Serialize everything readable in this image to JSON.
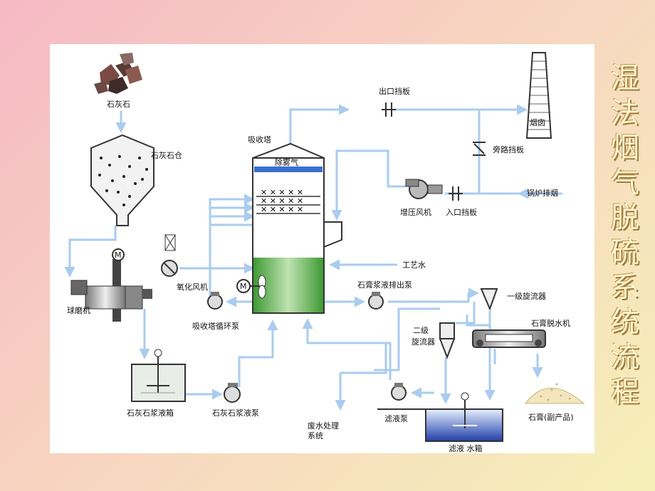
{
  "side_title": [
    "湿",
    "法",
    "烟",
    "气",
    "脱",
    "硫",
    "系",
    "统",
    "流",
    "程"
  ],
  "labels": {
    "limestone": "石灰石",
    "limestone_silo": "石灰石仓",
    "absorber": "吸收塔",
    "demister": "除雾气",
    "outlet_damper": "出口挡板",
    "chimney": "烟囱",
    "bypass_damper": "旁路挡板",
    "boiler_exhaust": "锅炉排烟",
    "booster_fan": "增压风机",
    "inlet_damper": "入口挡板",
    "ball_mill": "球磨机",
    "oxidation_fan": "氧化风机",
    "circ_pump": "吸收塔循环泵",
    "process_water": "工艺水",
    "gypsum_pump": "石膏浆液排出泵",
    "primary_cyclone": "一级旋流器",
    "secondary_cyclone_1": "二级",
    "secondary_cyclone_2": "旋流器",
    "gypsum_dewater": "石膏脱水机",
    "slurry_tank": "石灰石浆液箱",
    "slurry_pump": "石灰石浆液泵",
    "wastewater_1": "废水处理",
    "wastewater_2": "系统",
    "filtrate_pump": "滤液泵",
    "filtrate_tank": "滤液 水箱",
    "gypsum_product": "石膏(副产品)",
    "motor_m": "M"
  },
  "colors": {
    "pipe": "#a9ccef",
    "green": "#43a33b",
    "tank_blue": "#1f3ea8",
    "title": "#fff7d0"
  }
}
